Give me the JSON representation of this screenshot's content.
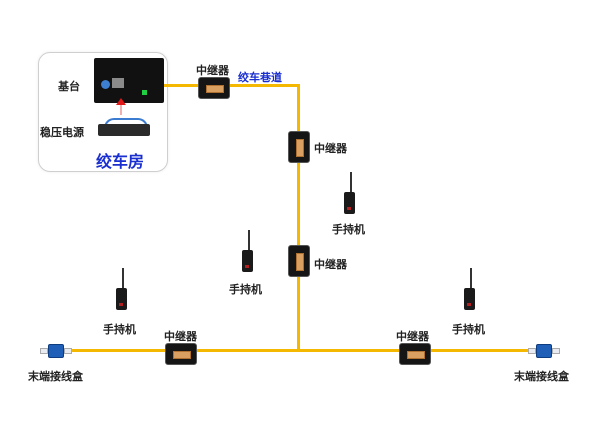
{
  "winch_room": {
    "title": "绞车房",
    "base_station_label": "基台",
    "power_supply_label": "稳压电源"
  },
  "roadway_label": "绞车巷道",
  "repeaters": [
    {
      "label": "中继器"
    },
    {
      "label": "中继器"
    },
    {
      "label": "中继器"
    },
    {
      "label": "中继器"
    },
    {
      "label": "中继器"
    }
  ],
  "handhelds": [
    {
      "label": "手持机"
    },
    {
      "label": "手持机"
    },
    {
      "label": "手持机"
    },
    {
      "label": "手持机"
    }
  ],
  "junction_boxes": [
    {
      "label": "末端接线盒"
    },
    {
      "label": "末端接线盒"
    }
  ],
  "colors": {
    "cable": "#f5b800",
    "title_blue": "#1a2fd0"
  }
}
